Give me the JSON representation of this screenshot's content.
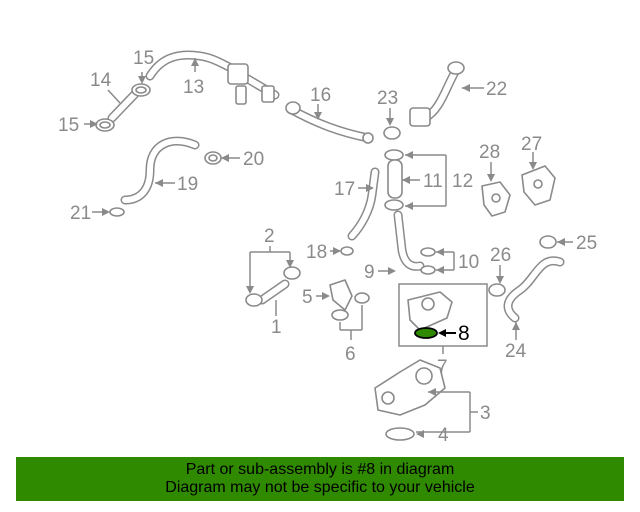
{
  "callouts": {
    "c1": "1",
    "c2": "2",
    "c3": "3",
    "c4": "4",
    "c5": "5",
    "c6": "6",
    "c7": "7",
    "c8": "8",
    "c9": "9",
    "c10": "10",
    "c11": "11",
    "c12": "12",
    "c13": "13",
    "c14": "14",
    "c15a": "15",
    "c15b": "15",
    "c16": "16",
    "c17": "17",
    "c18": "18",
    "c19": "19",
    "c20": "20",
    "c21": "21",
    "c22": "22",
    "c23": "23",
    "c24": "24",
    "c25": "25",
    "c26": "26",
    "c27": "27",
    "c28": "28"
  },
  "highlight": {
    "part_number": "8",
    "color": "#2f8a00"
  },
  "banner": {
    "line1": "Part or sub-assembly is #8 in diagram",
    "line2": "Diagram may not be specific to your vehicle",
    "background": "#2f8a00"
  }
}
